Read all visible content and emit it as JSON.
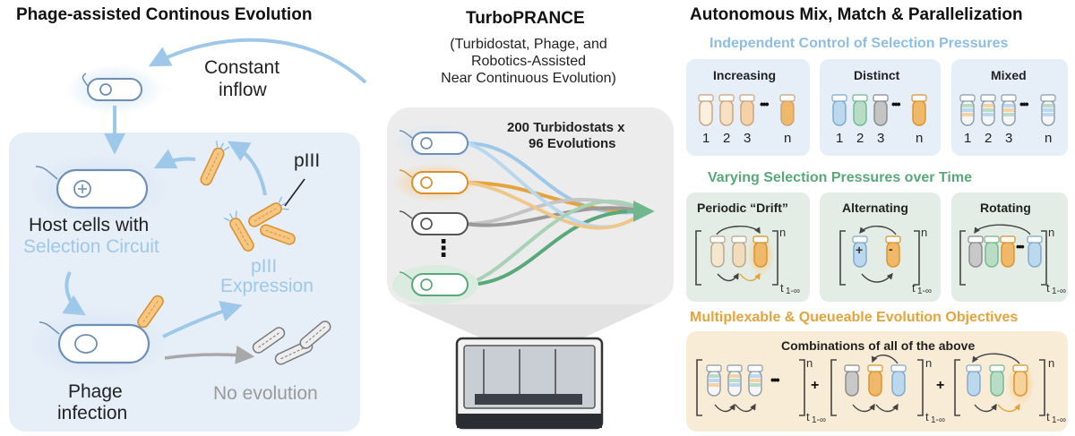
{
  "left": {
    "title": "Phage-assisted Continous Evolution",
    "constant_inflow_1": "Constant",
    "constant_inflow_2": "inflow",
    "host_line1": "Host cells with",
    "host_line2": "Selection Circuit",
    "piii": "pIII",
    "piii_expr_1": "pIII",
    "piii_expr_2": "Expression",
    "phage_1": "Phage",
    "phage_2": "infection",
    "no_evolution": "No evolution"
  },
  "middle": {
    "title": "TurboPRANCE",
    "subtitle_1": "(Turbidostat, Phage, and",
    "subtitle_2": "Robotics-Assisted",
    "subtitle_3": "Near Continuous Evolution)",
    "panel_line1": "200 Turbidostats x",
    "panel_line2": "96 Evolutions",
    "ellipsis": "⋮"
  },
  "right": {
    "title": "Autonomous Mix, Match & Parallelization",
    "section1": {
      "heading": "Independent Control of Selection Pressures",
      "cards": [
        {
          "label": "Increasing",
          "nums": [
            "1",
            "2",
            "3",
            "n"
          ]
        },
        {
          "label": "Distinct",
          "nums": [
            "1",
            "2",
            "3",
            "n"
          ]
        },
        {
          "label": "Mixed",
          "nums": [
            "1",
            "2",
            "3",
            "n"
          ]
        }
      ]
    },
    "section2": {
      "heading": "Varying Selection Pressures over Time",
      "cards": [
        {
          "label": "Periodic “Drift”"
        },
        {
          "label": "Alternating"
        },
        {
          "label": "Rotating"
        }
      ],
      "n": "n",
      "t": "t",
      "t_sub": "1-∞",
      "plus_sign": "+",
      "minus_sign": "-"
    },
    "section3": {
      "heading": "Multiplexable & Queueable Evolution Objectives",
      "panel_label": "Combinations of all of the above",
      "plus": "+",
      "n": "n",
      "t": "t",
      "t_sub": "1-∞"
    },
    "ellipsis": "•••"
  },
  "colors": {
    "blue_light": "#9ec8ea",
    "blue_bg": "#e6eef7",
    "green": "#58a87a",
    "green_bg": "#e3ede5",
    "orange": "#e5a33b",
    "orange_bg": "#f8ecd6",
    "gray": "#9a9a9a",
    "panel_gray": "#ececec"
  }
}
